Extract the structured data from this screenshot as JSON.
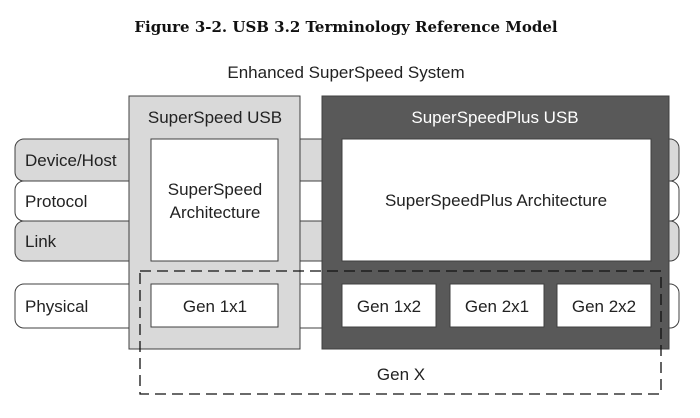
{
  "figure": {
    "title": "Figure 3-2.  USB 3.2 Terminology Reference Model",
    "system_label": "Enhanced SuperSpeed System"
  },
  "layers": {
    "device_host": "Device/Host",
    "protocol": "Protocol",
    "link": "Link",
    "physical": "Physical"
  },
  "superspeed": {
    "title": "SuperSpeed USB",
    "architecture_line1": "SuperSpeed",
    "architecture_line2": "Architecture",
    "gen_1x1": "Gen 1x1"
  },
  "superspeedplus": {
    "title": "SuperSpeedPlus USB",
    "architecture": "SuperSpeedPlus Architecture",
    "gen_1x2": "Gen 1x2",
    "gen_2x1": "Gen 2x1",
    "gen_2x2": "Gen 2x2"
  },
  "gen_x": "Gen X",
  "colors": {
    "gray_layer": "#d9d9d9",
    "superspeed_fill": "#d9d9d9",
    "superspeedplus_fill": "#595959",
    "stroke": "#404040",
    "white": "#ffffff"
  }
}
